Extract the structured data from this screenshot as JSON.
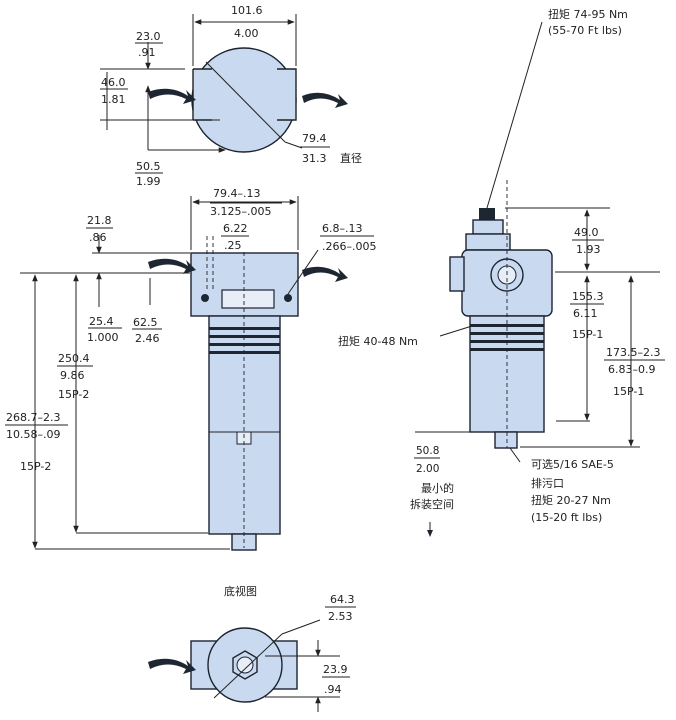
{
  "top_view": {
    "width_mm": "101.6",
    "width_in": "4.00",
    "a_mm": "23.0",
    "a_in": ".91",
    "b_mm": "46.0",
    "b_in": "1.81",
    "c_mm": "50.5",
    "c_in": "1.99",
    "dia_mm": "79.4",
    "dia_in": "31.3",
    "dia_label": "直径"
  },
  "front_view": {
    "w_mm": "79.4–.13",
    "w_in": "3.125–.005",
    "p_mm": "6.22",
    "p_in": ".25",
    "port_mm": "6.8–.13",
    "port_in": ".266–.005",
    "h1_mm": "21.8",
    "h1_in": ".86",
    "h2_mm": "25.4",
    "h2_in": "1.000",
    "h3_mm": "62.5",
    "h3_in": "2.46",
    "h4_mm": "250.4",
    "h4_in": "9.86",
    "h4_model": "15P-2",
    "h5_mm": "268.7–2.3",
    "h5_in": "10.58–.09",
    "h5_model": "15P-2"
  },
  "side_view": {
    "torque_top": "扭矩 74-95 Nm",
    "torque_top_ft": "(55-70 Ft lbs)",
    "t_mm": "49.0",
    "t_in": "1.93",
    "m_mm": "155.3",
    "m_in": "6.11",
    "m_model": "15P-1",
    "l_mm": "173.5–2.3",
    "l_in": "6.83–0.9",
    "l_model": "15P-1",
    "torque_mid": "扭矩  40-48 Nm",
    "clear_mm": "50.8",
    "clear_in": "2.00",
    "clear_label_1": "最小的",
    "clear_label_2": "拆装空间",
    "drain_1": "可选5/16 SAE-5",
    "drain_2": "排污口",
    "drain_3": "扭矩  20-27 Nm",
    "drain_4": "(15-20 ft lbs)"
  },
  "bottom_view": {
    "title": "底视图",
    "r_mm": "64.3",
    "r_in": "2.53",
    "s_mm": "23.9",
    "s_in": ".94"
  }
}
